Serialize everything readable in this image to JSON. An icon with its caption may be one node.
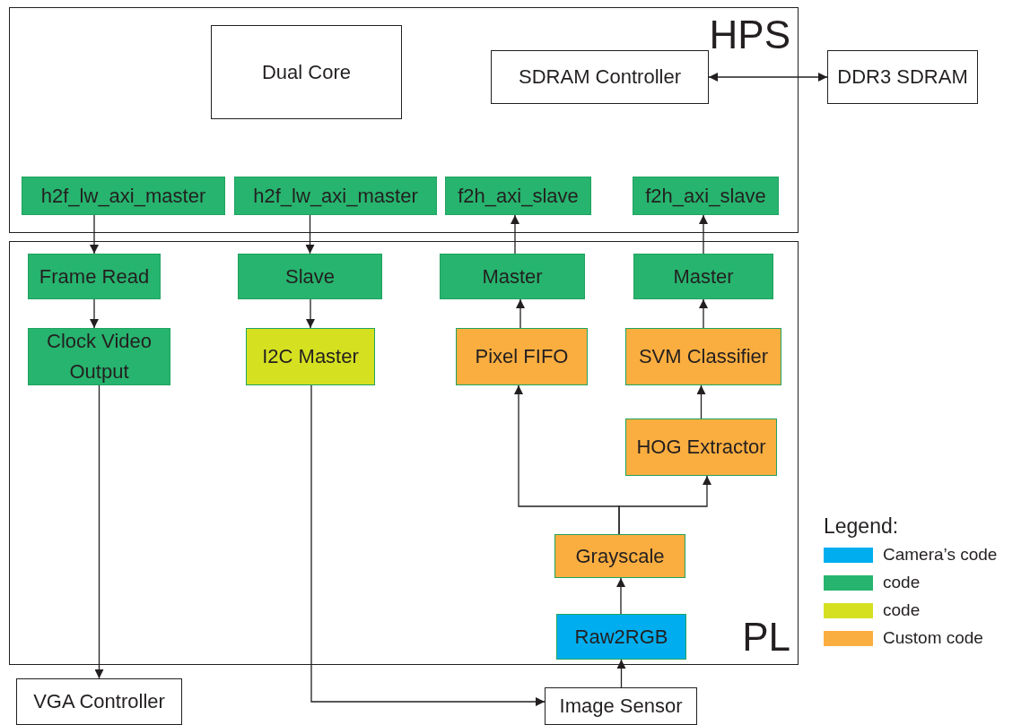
{
  "diagram": {
    "nodes": [
      {
        "text": [
          "HPS"
        ]
      },
      {
        "text": [
          "Dual Core"
        ],
        "in": 0
      },
      {
        "text": [
          "SDRAM Controller"
        ],
        "in": 0
      },
      {
        "text": [
          "DDR3 SDRAM"
        ]
      },
      {
        "text": [
          "h2f_lw_axi_master"
        ],
        "in": 0
      },
      {
        "text": [
          "h2f_lw_axi_master"
        ],
        "in": 0
      },
      {
        "text": [
          "f2h_axi_slave"
        ],
        "in": 0
      },
      {
        "text": [
          "f2h_axi_slave"
        ],
        "in": 0
      },
      {
        "text": [
          "PL"
        ]
      },
      {
        "text": [
          "Frame Read"
        ],
        "in": 8
      },
      {
        "text": [
          "Slave"
        ],
        "in": 8
      },
      {
        "text": [
          "Master"
        ],
        "in": 8
      },
      {
        "text": [
          "Master"
        ],
        "in": 8
      },
      {
        "text": [
          "Clock Video Output"
        ],
        "in": 8
      },
      {
        "text": [
          "I2C Master"
        ],
        "in": 8
      },
      {
        "text": [
          "Pixel FIFO"
        ],
        "in": 8
      },
      {
        "text": [
          "SVM Classifier"
        ],
        "in": 8
      },
      {
        "text": [
          "HOG Extractor"
        ],
        "in": 8
      },
      {
        "text": [
          "Grayscale"
        ],
        "in": 8
      },
      {
        "text": [
          "Raw2RGB"
        ],
        "in": 8
      },
      {
        "text": [
          "VGA Controller"
        ]
      },
      {
        "text": [
          "Image Sensor"
        ]
      }
    ],
    "edges": [
      {
        "from": 2,
        "to": 3,
        "arrow": "both"
      },
      {
        "from": 4,
        "to": 9,
        "arrow": "to"
      },
      {
        "from": 5,
        "to": 10,
        "arrow": "to"
      },
      {
        "from": 11,
        "to": 6,
        "arrow": "to"
      },
      {
        "from": 12,
        "to": 7,
        "arrow": "to"
      },
      {
        "from": 9,
        "to": 13,
        "arrow": "to"
      },
      {
        "from": 10,
        "to": 14,
        "arrow": "to"
      },
      {
        "from": 15,
        "to": 11,
        "arrow": "to"
      },
      {
        "from": 16,
        "to": 12,
        "arrow": "to"
      },
      {
        "from": 17,
        "to": 16,
        "arrow": "to"
      },
      {
        "from": 18,
        "to": 15,
        "arrow": "to"
      },
      {
        "from": 18,
        "to": 17,
        "arrow": "to"
      },
      {
        "from": 19,
        "to": 18,
        "arrow": "to"
      },
      {
        "from": 21,
        "to": 19,
        "arrow": "to"
      },
      {
        "from": 13,
        "to": 20,
        "arrow": "to"
      },
      {
        "from": 14,
        "to": 21,
        "arrow": "to"
      }
    ],
    "labels": [
      "Legend:"
    ],
    "legend": [
      {
        "text": "Camera’s code",
        "color": "#00aeef"
      },
      {
        "text": "code",
        "color": "#27b46e"
      },
      {
        "text": "code",
        "color": "#d5e021"
      },
      {
        "text": "Custom code",
        "color": "#fbae40"
      }
    ]
  }
}
